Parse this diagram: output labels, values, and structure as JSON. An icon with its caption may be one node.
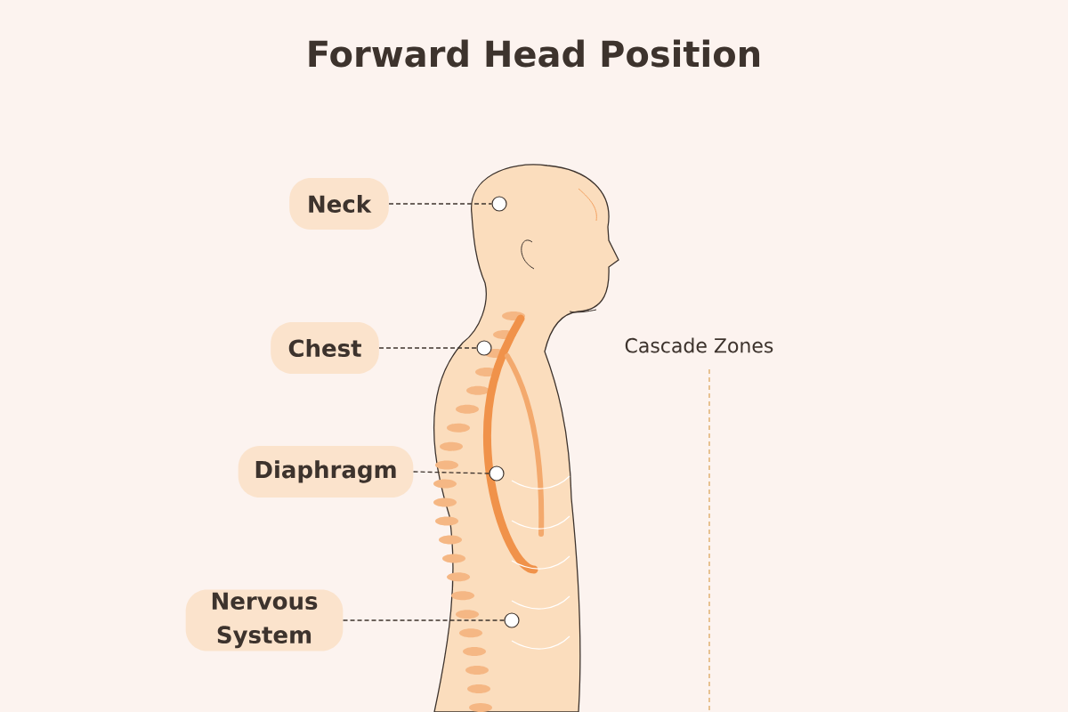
{
  "diagram": {
    "title": "Forward Head Position",
    "nodes": [
      {
        "text": [
          "Neck"
        ]
      },
      {
        "text": [
          "Chest"
        ]
      },
      {
        "text": [
          "Diaphragm"
        ]
      },
      {
        "text": [
          "Nervous System"
        ]
      },
      {
        "text": [],
        "shape": "circle"
      },
      {
        "text": [],
        "shape": "circle"
      },
      {
        "text": [],
        "shape": "circle"
      },
      {
        "text": [],
        "shape": "circle"
      }
    ],
    "edges": [
      {
        "from": 0,
        "to": 4,
        "arrow": "none",
        "style": "dashed"
      },
      {
        "from": 1,
        "to": 5,
        "arrow": "none",
        "style": "dashed"
      },
      {
        "from": 2,
        "to": 6,
        "arrow": "none",
        "style": "dashed"
      },
      {
        "from": 3,
        "to": 7,
        "arrow": "none",
        "style": "dashed"
      }
    ],
    "labels": [
      "Cascade Zones"
    ]
  }
}
